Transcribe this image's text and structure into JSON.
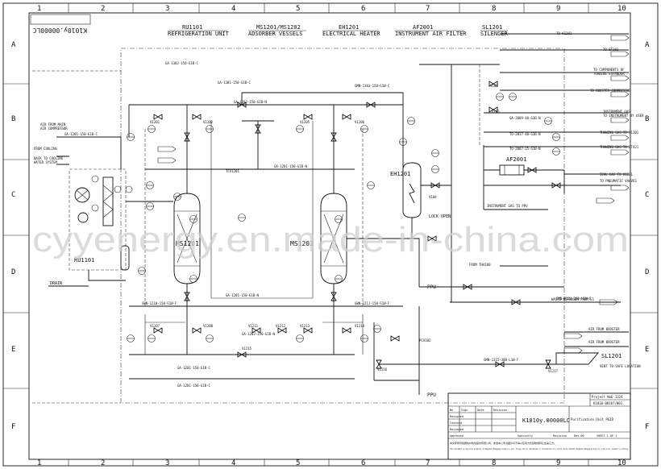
{
  "drawing": {
    "title_tag": "K1010y.00000LC",
    "columns": [
      "1",
      "2",
      "3",
      "4",
      "5",
      "6",
      "7",
      "8",
      "9",
      "10"
    ],
    "rows": [
      "A",
      "B",
      "C",
      "D",
      "E",
      "F"
    ]
  },
  "legend": [
    {
      "tag": "RU1101",
      "desc": "REFRIGERATION UNIT"
    },
    {
      "tag": "MS1201/MS1202",
      "desc": "ADSORBER VESSELS"
    },
    {
      "tag": "EH1201",
      "desc": "ELECTRICAL HEATER"
    },
    {
      "tag": "AF2001",
      "desc": "INSTRUMENT AIR FILTER"
    },
    {
      "tag": "SL1201",
      "desc": "SILENCER"
    }
  ],
  "equipment": {
    "ru": "RU1101",
    "ms1": "MS1201",
    "ms2": "MS1202",
    "eh": "EH1201",
    "af": "AF2001",
    "sl": "SL1201"
  },
  "streams": {
    "air_from_main": "AIR FROM MAIN",
    "air_compressor": "AIR COMPRESSOR",
    "from_cooling": "FROM COOLING",
    "back_to_cooling": "BACK TO COOLING",
    "water_system": "WATER SYSTEM",
    "drain": "DRAIN",
    "to_k1201": "TO K1201",
    "to_et101": "TO ET101",
    "to_components": "TO COMPONENTS OF",
    "turbine_expander": "TURBINE EXPANDER",
    "to_booster": "TO BOOSTER COMPRESSOR",
    "instrument_gas": "INSTRUMENT GAS",
    "to_instrument": "TO INSTRUMENT BY USER",
    "thawing_k1201": "THAWING GAS TO K1201",
    "thawing_et421": "THAWING GAS TO ET421",
    "seal_gas": "SEAL GAS TO K1201",
    "pneumatic": "TO PNEUMATIC VALVES",
    "instrument_gas_ppu": "INSTRUMENT GAS TO PPU",
    "waste_nitrogen": "WASTE NITROGEN FROM E1",
    "air_from_booster": "AIR FROM BOOSTER",
    "vent_safe": "VENT TO SAFE LOCATION",
    "ppu": "PPU",
    "lock_open": "LOCK OPEN",
    "from_th": "FROM TH4100"
  },
  "lines": {
    "l1": "GA-1302-150-G1B-C",
    "l2": "GA-1301-150-G1B-C",
    "l3": "GMN-1303-150-G1W-C",
    "l4": "GA-1202-150-G1B-N",
    "l5": "GA-1201-150-G1B-N",
    "l6": "GWN-1211-150-G1W-F",
    "l7": "GWN-1210-150-G1W-F",
    "l8": "GA-1201-150-G1B-C",
    "l9": "GA-1201-150-G1B-C",
    "l10": "GMN-1315-300-L1W-F",
    "l11": "GMN-0121-300-H1W-F",
    "l12": "GA-2009-40-G1B-N",
    "l13": "TO-2017-40-G1B-N",
    "l14": "TO-2007-25-G1B-N"
  },
  "valves": {
    "v1": "V1201",
    "v2": "V1202",
    "v3": "V1205",
    "v4": "V1206",
    "v5": "V1207",
    "v6": "V1208",
    "v7": "V1211",
    "v8": "V1212",
    "v9": "V1213",
    "v10": "V1214",
    "v11": "V1215",
    "v12": "V1216",
    "v13": "V1217",
    "v14": "V104",
    "v15": "V102",
    "v16": "V103",
    "pcv": "PCV102",
    "tcv": "TCV1201"
  },
  "title_block": {
    "project_no_label": "Project No.",
    "project_no": "E-1324",
    "doc_no": "K1010-00107/001",
    "drawing_no": "K1010y.00000LC",
    "drawing_title": "Purification Unit P&ID",
    "row_designed": "Designed",
    "row_checked": "Checked",
    "row_reviewed": "Reviewed",
    "row_approved": "Approved",
    "col_no": "No",
    "col_sign": "Sign",
    "col_date": "Date",
    "col_revision": "Revision",
    "specialty": "Specialty",
    "revision": "Revision",
    "rev": "Rev.00",
    "sheet": "SHEET 1 OF 1",
    "note_cn": "本文件所有权属杭州杭氧股份有限公司，未经本公司书面许可不得以任何方式复制或转让给第三方。",
    "note_en": "This document is the sole property of Hangzhou Hangyang Group Co.,Ltd. It may not be reproduced or transferred to a third party without Hangzhou Hangyang Group Co.,Ltd prior consent in writing."
  },
  "watermark": "cyyenergy.en.made-in-china.com"
}
